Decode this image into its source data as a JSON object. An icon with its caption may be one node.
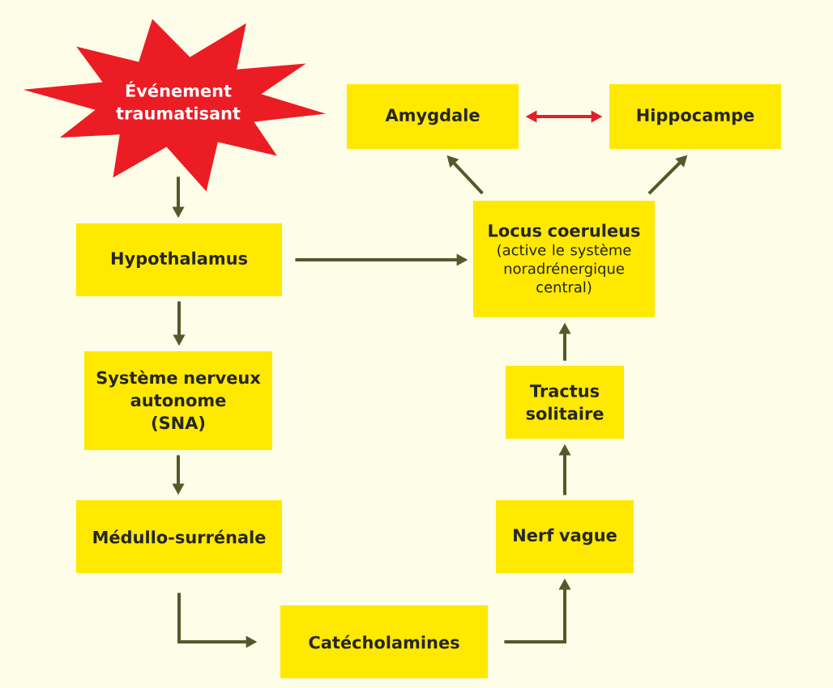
{
  "diagram": {
    "nodes": [
      {
        "text": [
          "Événement traumatisant"
        ]
      },
      {
        "text": [
          "Amygdale"
        ]
      },
      {
        "text": [
          "Hippocampe"
        ]
      },
      {
        "text": [
          "Hypothalamus"
        ]
      },
      {
        "text": [
          "Locus coeruleus",
          "(active le système noradrénergique central)"
        ]
      },
      {
        "text": [
          "Système nerveux autonome (SNA)"
        ]
      },
      {
        "text": [
          "Tractus solitaire"
        ]
      },
      {
        "text": [
          "Médullo-surrénale"
        ]
      },
      {
        "text": [
          "Nerf vague"
        ]
      },
      {
        "text": [
          "Catécholamines"
        ]
      }
    ],
    "edges": [
      {
        "from": 0,
        "to": 3,
        "arrow": "to"
      },
      {
        "from": 3,
        "to": 4,
        "arrow": "to"
      },
      {
        "from": 3,
        "to": 5,
        "arrow": "to"
      },
      {
        "from": 5,
        "to": 7,
        "arrow": "to"
      },
      {
        "from": 7,
        "to": 9,
        "arrow": "to"
      },
      {
        "from": 9,
        "to": 8,
        "arrow": "to"
      },
      {
        "from": 8,
        "to": 6,
        "arrow": "to"
      },
      {
        "from": 6,
        "to": 4,
        "arrow": "to"
      },
      {
        "from": 4,
        "to": 1,
        "arrow": "to"
      },
      {
        "from": 4,
        "to": 2,
        "arrow": "to"
      },
      {
        "from": 1,
        "to": 2,
        "arrow": "both",
        "color": "#e0202a"
      }
    ]
  }
}
